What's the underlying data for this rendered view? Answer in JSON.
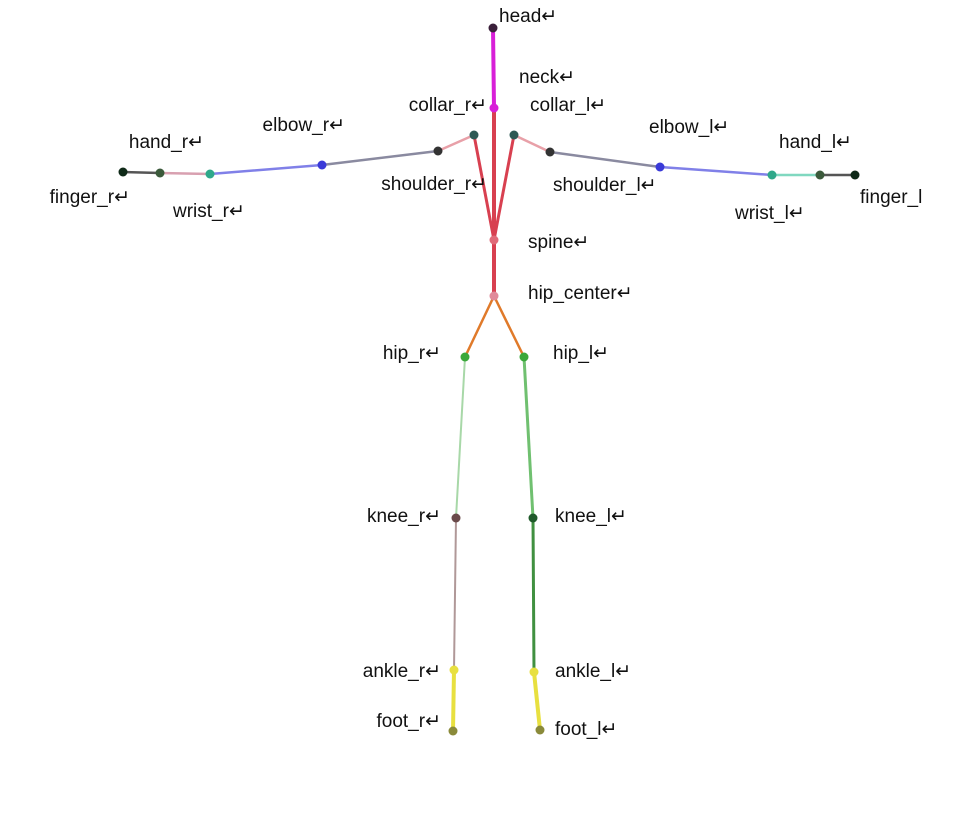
{
  "joints": [
    {
      "id": "head",
      "label": "head↵",
      "color": "#3a1f3a"
    },
    {
      "id": "neck",
      "label": "neck↵",
      "color": "#d81fd8"
    },
    {
      "id": "collar_r",
      "label": "collar_r↵",
      "color": "#2e5a55"
    },
    {
      "id": "collar_l",
      "label": "collar_l↵",
      "color": "#2e5a55"
    },
    {
      "id": "shoulder_r",
      "label": "shoulder_r↵",
      "color": "#333333"
    },
    {
      "id": "shoulder_l",
      "label": "shoulder_l↵",
      "color": "#333333"
    },
    {
      "id": "elbow_r",
      "label": "elbow_r↵",
      "color": "#3a3ad8"
    },
    {
      "id": "elbow_l",
      "label": "elbow_l↵",
      "color": "#3a3ad8"
    },
    {
      "id": "wrist_r",
      "label": "wrist_r↵",
      "color": "#2fa88a"
    },
    {
      "id": "wrist_l",
      "label": "wrist_l↵",
      "color": "#2fa88a"
    },
    {
      "id": "hand_r",
      "label": "hand_r↵",
      "color": "#3b5a3b"
    },
    {
      "id": "hand_l",
      "label": "hand_l↵",
      "color": "#3b5a3b"
    },
    {
      "id": "finger_r",
      "label": "finger_r↵",
      "color": "#0f2a18"
    },
    {
      "id": "finger_l",
      "label": "finger_l",
      "color": "#0f2a18"
    },
    {
      "id": "spine",
      "label": "spine↵",
      "color": "#e06a78"
    },
    {
      "id": "hip_center",
      "label": "hip_center↵",
      "color": "#e08a9a"
    },
    {
      "id": "hip_r",
      "label": "hip_r↵",
      "color": "#3aa83a"
    },
    {
      "id": "hip_l",
      "label": "hip_l↵",
      "color": "#3aa83a"
    },
    {
      "id": "knee_r",
      "label": "knee_r↵",
      "color": "#6a4a4a"
    },
    {
      "id": "knee_l",
      "label": "knee_l↵",
      "color": "#1f5a2a"
    },
    {
      "id": "ankle_r",
      "label": "ankle_r↵",
      "color": "#e8e040"
    },
    {
      "id": "ankle_l",
      "label": "ankle_l↵",
      "color": "#e8e040"
    },
    {
      "id": "foot_r",
      "label": "foot_r↵",
      "color": "#8a8a3a"
    },
    {
      "id": "foot_l",
      "label": "foot_l↵",
      "color": "#8a8a3a"
    }
  ],
  "bones": [
    {
      "from": "head",
      "to": "neck",
      "color": "#d81fd8"
    },
    {
      "from": "neck",
      "to": "spine",
      "color": "#d84050"
    },
    {
      "from": "collar_r",
      "to": "spine",
      "color": "#d84050"
    },
    {
      "from": "collar_l",
      "to": "spine",
      "color": "#d84050"
    },
    {
      "from": "collar_r",
      "to": "shoulder_r",
      "color": "#e8a0a8"
    },
    {
      "from": "collar_l",
      "to": "shoulder_l",
      "color": "#e8a0a8"
    },
    {
      "from": "shoulder_r",
      "to": "elbow_r",
      "color": "#8a8aa0"
    },
    {
      "from": "shoulder_l",
      "to": "elbow_l",
      "color": "#8a8aa0"
    },
    {
      "from": "elbow_r",
      "to": "wrist_r",
      "color": "#8080e8"
    },
    {
      "from": "elbow_l",
      "to": "wrist_l",
      "color": "#8080e8"
    },
    {
      "from": "wrist_r",
      "to": "hand_r",
      "color": "#d8a0b0"
    },
    {
      "from": "wrist_l",
      "to": "hand_l",
      "color": "#80d8c0"
    },
    {
      "from": "hand_r",
      "to": "finger_r",
      "color": "#555555"
    },
    {
      "from": "hand_l",
      "to": "finger_l",
      "color": "#555555"
    },
    {
      "from": "spine",
      "to": "hip_center",
      "color": "#d84050"
    },
    {
      "from": "hip_center",
      "to": "hip_r",
      "color": "#e07a2a"
    },
    {
      "from": "hip_center",
      "to": "hip_l",
      "color": "#e07a2a"
    },
    {
      "from": "hip_r",
      "to": "knee_r",
      "color": "#a8d8a8"
    },
    {
      "from": "hip_l",
      "to": "knee_l",
      "color": "#70c070"
    },
    {
      "from": "knee_r",
      "to": "ankle_r",
      "color": "#b09898"
    },
    {
      "from": "knee_l",
      "to": "ankle_l",
      "color": "#409040"
    },
    {
      "from": "ankle_r",
      "to": "foot_r",
      "color": "#e8e040"
    },
    {
      "from": "ankle_l",
      "to": "foot_l",
      "color": "#e8e040"
    }
  ]
}
